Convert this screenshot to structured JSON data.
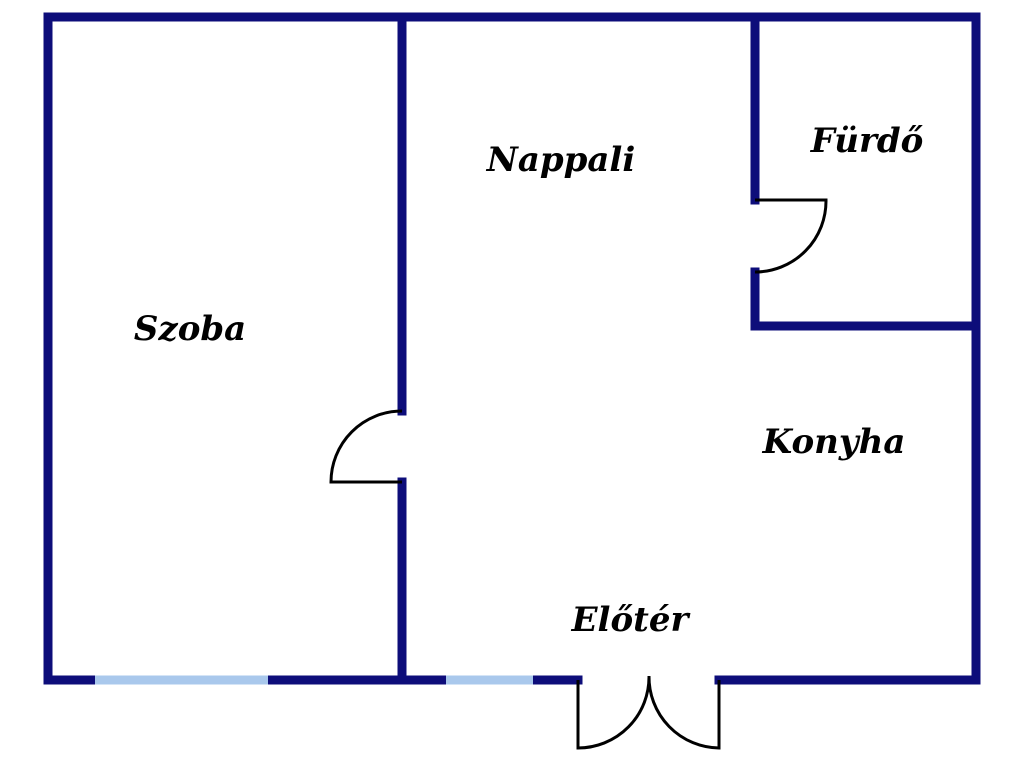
{
  "rooms": {
    "szoba": "Szoba",
    "nappali": "Nappali",
    "furdo": "Fürdő",
    "konyha": "Konyha",
    "eloter": "Előtér"
  },
  "colors": {
    "wall": "#0d0d7a",
    "window": "#a9c8ec",
    "door": "#000000",
    "label": "#000000",
    "background": "#ffffff"
  }
}
